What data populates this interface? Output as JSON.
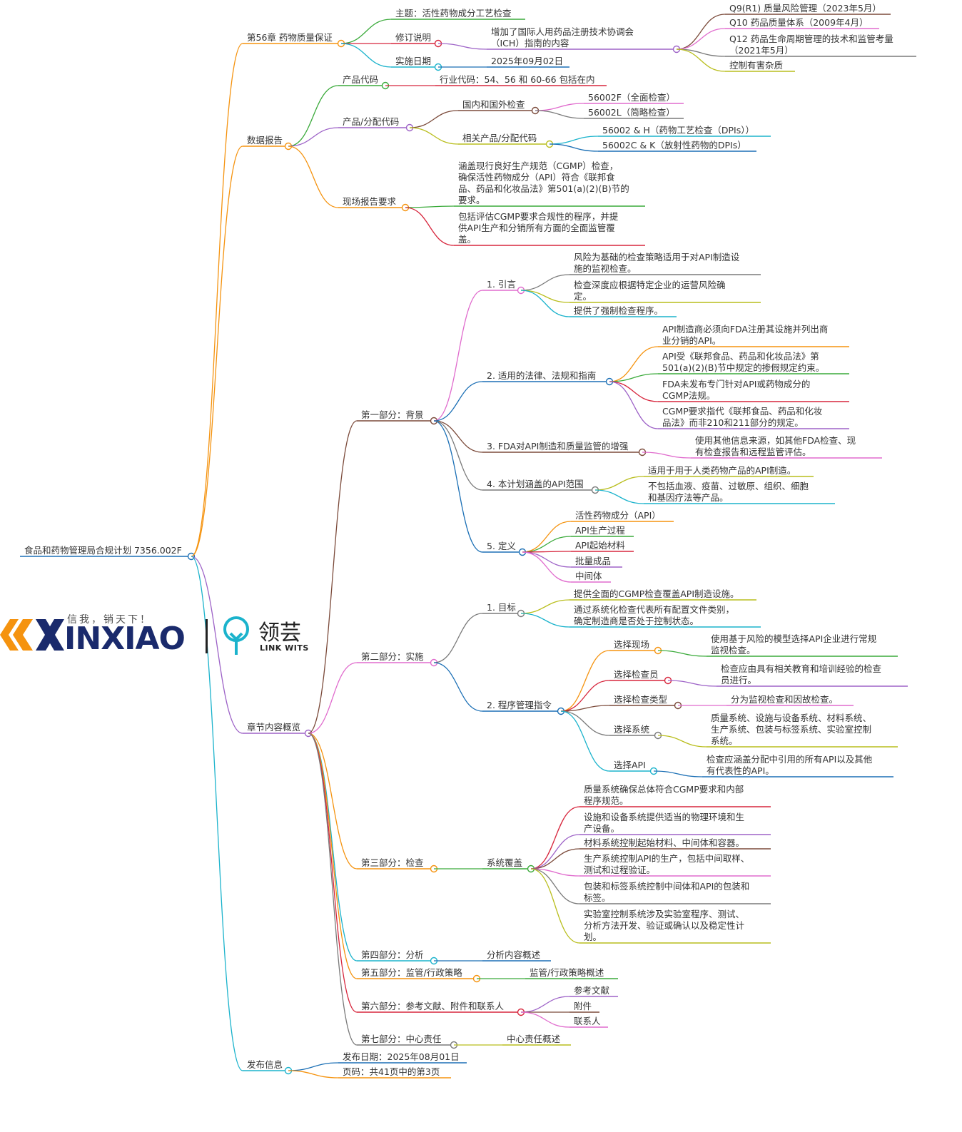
{
  "root": {
    "label": "食品和药物管理局合规计划 7356.002F",
    "color": "#1a6fb5"
  },
  "colors": {
    "orange": "#f5930f",
    "purple": "#9d62c7",
    "cyan": "#1bb3cc",
    "green": "#3aaa3a",
    "red": "#d7263d",
    "pink": "#e06bcd",
    "brown": "#7b4a3a",
    "olive": "#b9be1d",
    "blue": "#1b6fb5",
    "grey": "#7a7a7a",
    "teal": "#1ab0c9"
  },
  "branches": {
    "ch56": {
      "label": "第56章 药物质量保证",
      "topic": "主题：活性药物成分工艺检查",
      "revision": "修订说明",
      "revision_desc": [
        "增加了国际人用药品注册技术协调会",
        "（ICH）指南的内容"
      ],
      "ich": [
        "Q9(R1) 质量风险管理（2023年5月）",
        "Q10 药品质量体系（2009年4月）",
        "Q12 药品生命周期管理的技术和监管考量",
        "（2021年5月）",
        "控制有害杂质"
      ],
      "impl": "实施日期",
      "impl_date": "2025年09月02日"
    },
    "data": {
      "label": "数据报告",
      "product_code": "产品代码",
      "industry_code": "行业代码：54、56 和 60-66 包括在内",
      "pac": "产品/分配代码",
      "domestic": "国内和国外检查",
      "d1": "56002F（全面检查）",
      "d2": "56002L（简略检查）",
      "related": "相关产品/分配代码",
      "r1": "56002 & H（药物工艺检查（DPIs））",
      "r2": "56002C & K（放射性药物的DPIs）",
      "field": "现场报告要求",
      "f1": [
        "涵盖现行良好生产规范（CGMP）检查，",
        "确保活性药物成分（API）符合《联邦食",
        "品、药品和化妆品法》第501(a)(2)(B)节的",
        "要求。"
      ],
      "f2": [
        "包括评估CGMP要求合规性的程序，并提",
        "供API生产和分销所有方面的全面监管覆",
        "盖。"
      ]
    },
    "overview": {
      "label": "章节内容概览",
      "p1": {
        "label": "第一部分：背景",
        "intro": "1. 引言",
        "intro_items": [
          [
            "风险为基础的检查策略适用于对API制造设",
            "施的监视检查。"
          ],
          [
            "检查深度应根据特定企业的运营风险确",
            "定。"
          ],
          [
            "提供了强制检查程序。"
          ]
        ],
        "law": "2. 适用的法律、法规和指南",
        "law_items": [
          [
            "API制造商必须向FDA注册其设施并列出商",
            "业分销的API。"
          ],
          [
            "API受《联邦食品、药品和化妆品法》第",
            "501(a)(2)(B)节中规定的掺假规定约束。"
          ],
          [
            "FDA未发布专门针对API或药物成分的",
            "CGMP法规。"
          ],
          [
            "CGMP要求指代《联邦食品、药品和化妆",
            "品法》而非210和211部分的规定。"
          ]
        ],
        "enh": "3. FDA对API制造和质量监管的增强",
        "enh_item": [
          "使用其他信息来源，如其他FDA检查、现",
          "有检查报告和远程监管评估。"
        ],
        "scope": "4. 本计划涵盖的API范围",
        "scope_items": [
          [
            "适用于用于人类药物产品的API制造。"
          ],
          [
            "不包括血液、疫苗、过敏原、组织、细胞",
            "和基因疗法等产品。"
          ]
        ],
        "def": "5. 定义",
        "def_items": [
          "活性药物成分（API）",
          "API生产过程",
          "API起始材料",
          "批量成品",
          "中间体"
        ]
      },
      "p2": {
        "label": "第二部分：实施",
        "goal": "1. 目标",
        "goal_items": [
          [
            "提供全面的CGMP检查覆盖API制造设施。"
          ],
          [
            "通过系统化检查代表所有配置文件类别，",
            "确定制造商是否处于控制状态。"
          ]
        ],
        "prog": "2. 程序管理指令",
        "site": "选择现场",
        "site_item": [
          "使用基于风险的模型选择API企业进行常规",
          "监视检查。"
        ],
        "insp": "选择检查员",
        "insp_item": [
          "检查应由具有相关教育和培训经验的检查",
          "员进行。"
        ],
        "type": "选择检查类型",
        "type_item": [
          "分为监视检查和因故检查。"
        ],
        "sys": "选择系统",
        "sys_item": [
          "质量系统、设施与设备系统、材料系统、",
          "生产系统、包装与标签系统、实验室控制",
          "系统。"
        ],
        "api": "选择API",
        "api_item": [
          "检查应涵盖分配中引用的所有API以及其他",
          "有代表性的API。"
        ]
      },
      "p3": {
        "label": "第三部分：检查",
        "cov": "系统覆盖",
        "items": [
          [
            "质量系统确保总体符合CGMP要求和内部",
            "程序规范。"
          ],
          [
            "设施和设备系统提供适当的物理环境和生",
            "产设备。"
          ],
          [
            "材料系统控制起始材料、中间体和容器。"
          ],
          [
            "生产系统控制API的生产，包括中间取样、",
            "测试和过程验证。"
          ],
          [
            "包装和标签系统控制中间体和API的包装和",
            "标签。"
          ],
          [
            "实验室控制系统涉及实验室程序、测试、",
            "分析方法开发、验证或确认以及稳定性计",
            "划。"
          ]
        ]
      },
      "p4": {
        "label": "第四部分：分析",
        "item": "分析内容概述"
      },
      "p5": {
        "label": "第五部分：监管/行政策略",
        "item": "监管/行政策略概述"
      },
      "p6": {
        "label": "第六部分：参考文献、附件和联系人",
        "items": [
          "参考文献",
          "附件",
          "联系人"
        ]
      },
      "p7": {
        "label": "第七部分：中心责任",
        "item": "中心责任概述"
      }
    },
    "pub": {
      "label": "发布信息",
      "date": "发布日期：2025年08月01日",
      "page": "页码：共41页中的第3页"
    }
  },
  "logo": {
    "slogan": "信我，销天下！",
    "brand": "INXIAO",
    "lw_cn": "领芸",
    "lw_en": "LINK WITS",
    "brand_color": "#1a2a6c",
    "accent": "#f5930f"
  }
}
